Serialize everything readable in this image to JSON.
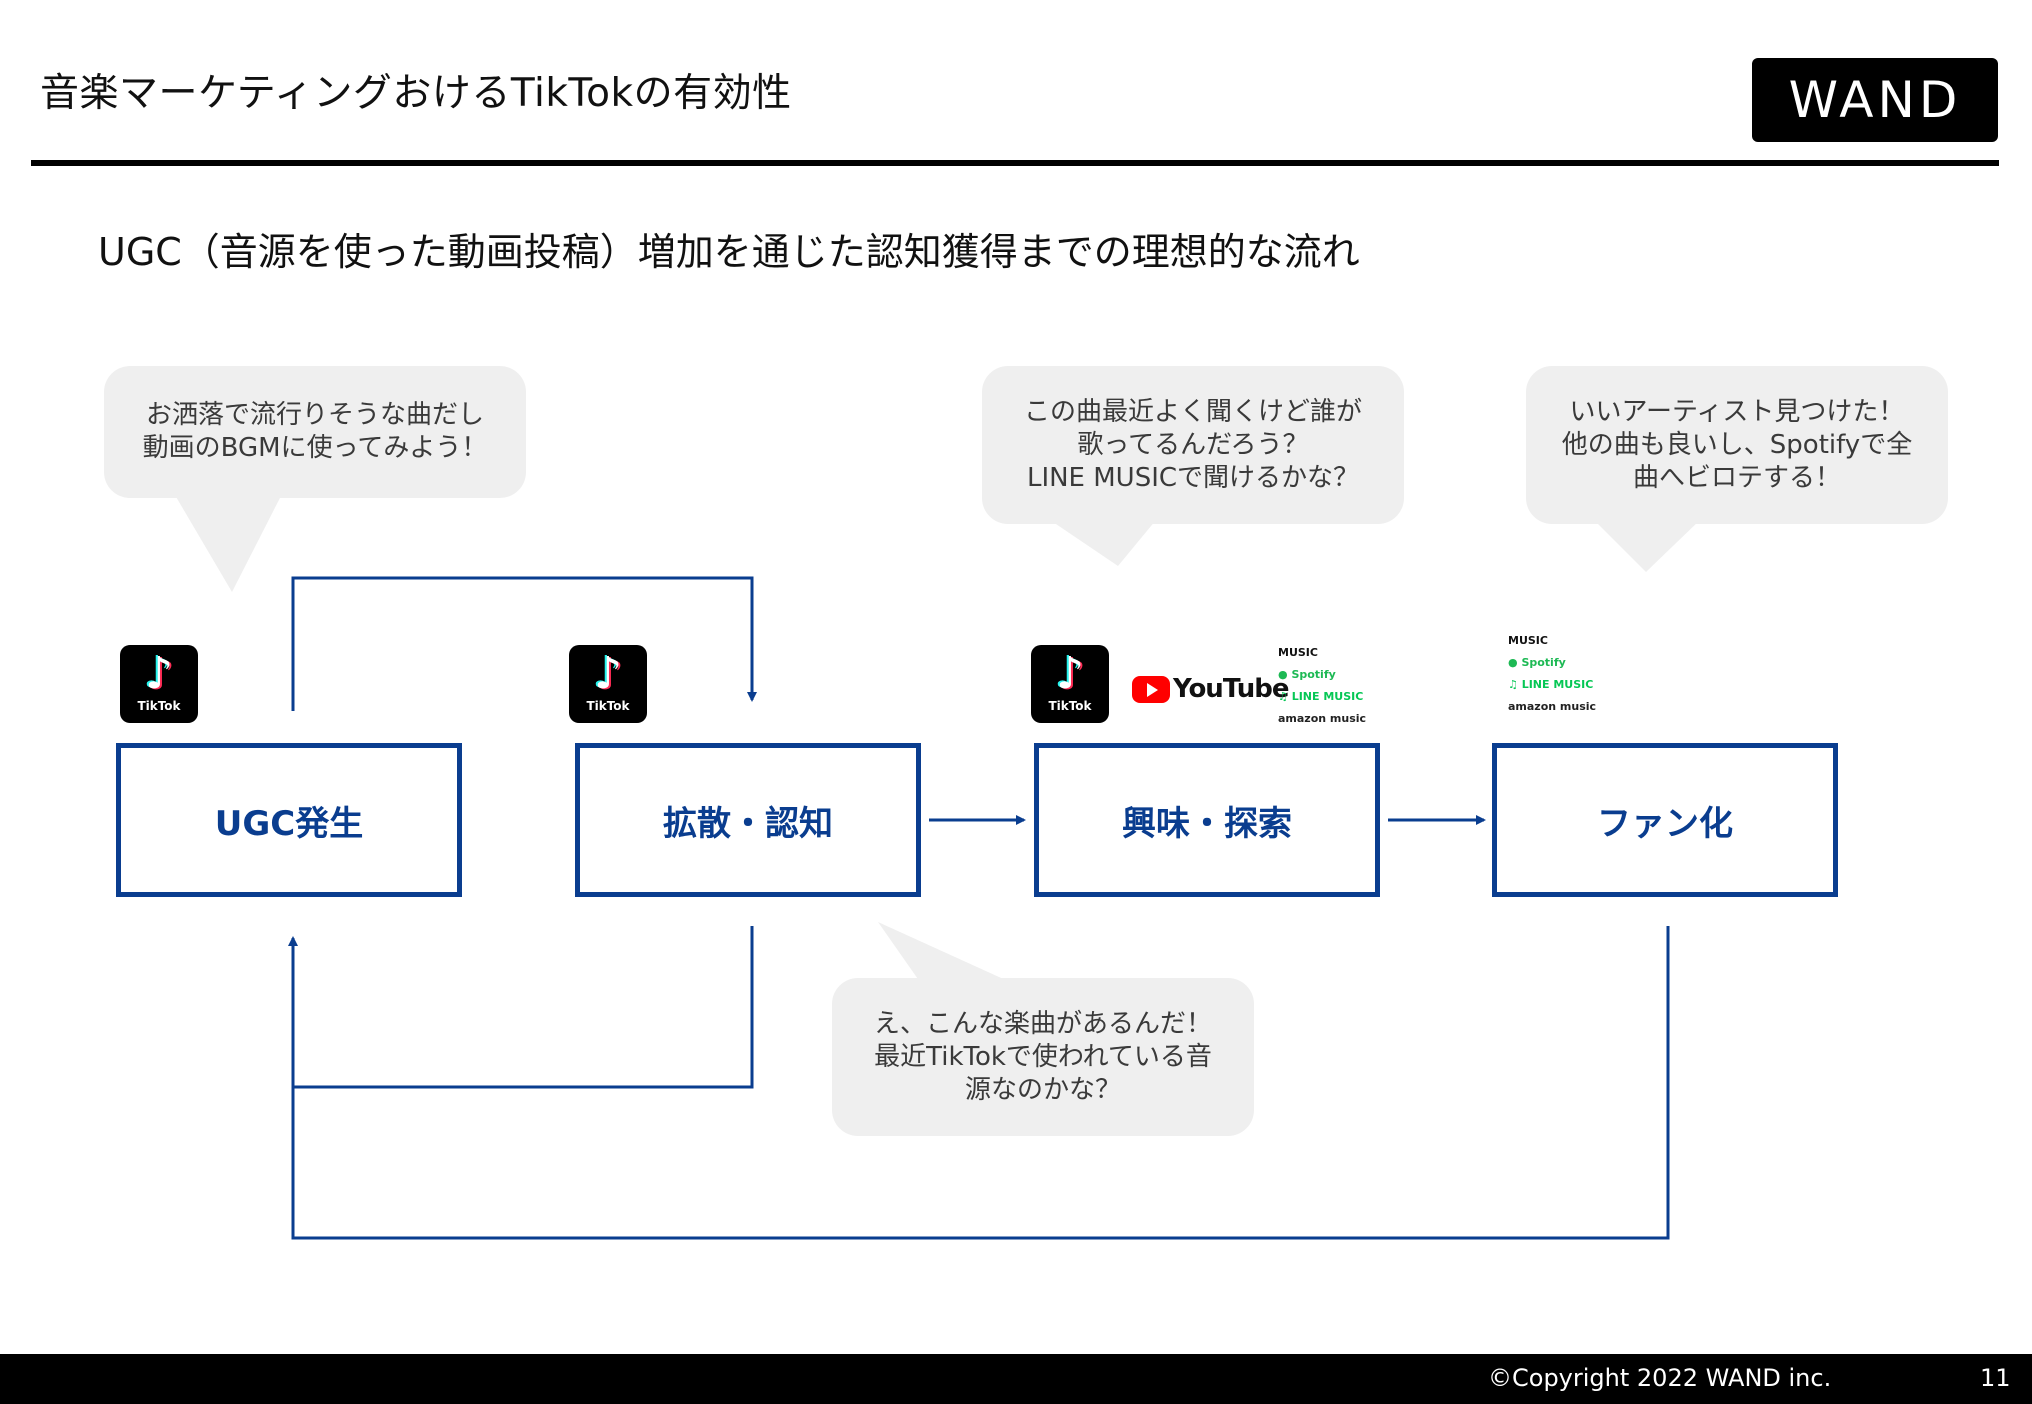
{
  "header": {
    "title": "音楽マーケティングおけるTikTokの有効性",
    "logo": "WAND"
  },
  "subtitle": "UGC（音源を使った動画投稿）増加を通じた認知獲得までの理想的な流れ",
  "stages": [
    {
      "label": "UGC発生"
    },
    {
      "label": "拡散・認知"
    },
    {
      "label": "興味・探索"
    },
    {
      "label": "ファン化"
    }
  ],
  "bubbles": {
    "ugc": [
      "お洒落で流行りそうな曲だし",
      "動画のBGMに使ってみよう！"
    ],
    "interest": [
      "この曲最近よく聞くけど誰が",
      "歌ってるんだろう？",
      "LINE MUSICで聞けるかな？"
    ],
    "fan": [
      "いいアーティスト見つけた！",
      "他の曲も良いし、Spotifyで全",
      "曲へビロテする！"
    ],
    "awareness": [
      "え、こんな楽曲があるんだ！",
      "最近TikTokで使われている音",
      "源なのかな？"
    ]
  },
  "icons": {
    "tiktok_label": "TikTok",
    "youtube_label": "YouTube",
    "services": [
      "MUSIC",
      "Spotify",
      "LINE MUSIC",
      "amazon music"
    ]
  },
  "colors": {
    "accent": "#0a3d8f",
    "bubble": "#efefef"
  },
  "footer": {
    "copyright": "©Copyright 2022 WAND inc.",
    "page": "11"
  }
}
